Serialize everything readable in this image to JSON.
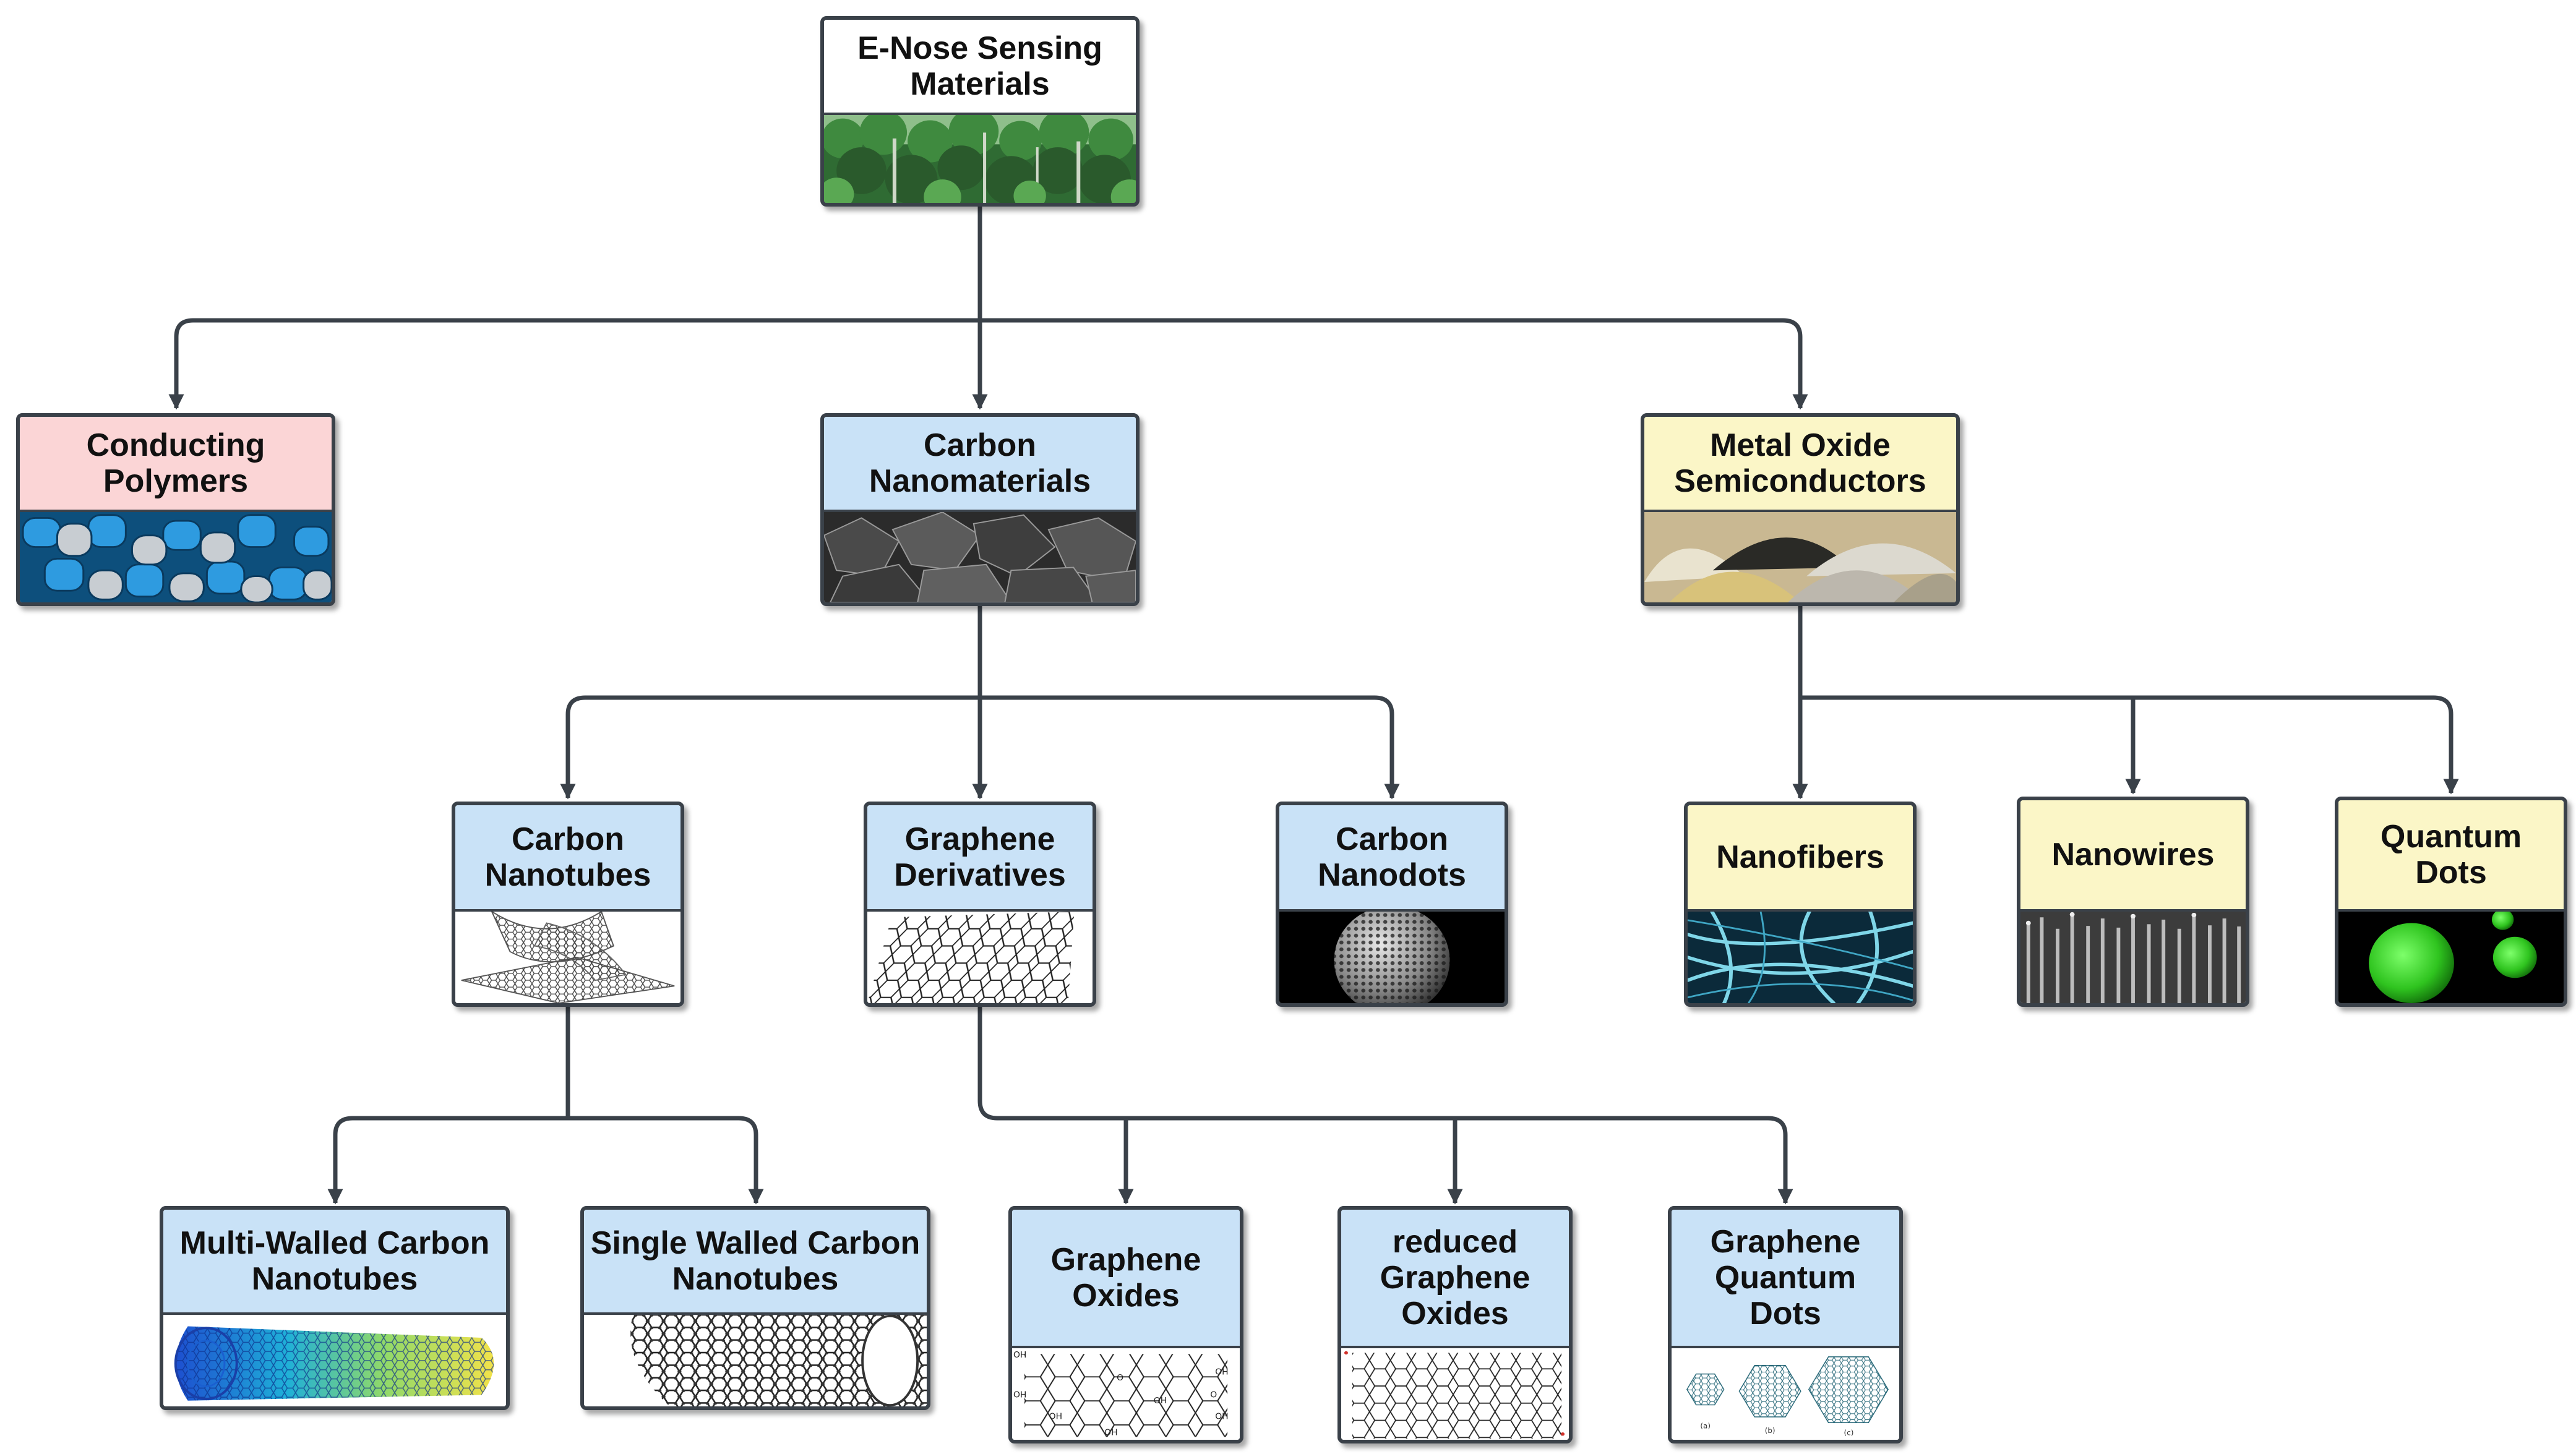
{
  "colors": {
    "root": "#ffffff",
    "conducting": "#fbd5d6",
    "carbon": "#c9e2f7",
    "metal": "#fbf6c7",
    "edge": "#3a4149"
  },
  "nodes": {
    "root": {
      "label": "E-Nose Sensing Materials",
      "image": "forest-image"
    },
    "conducting": {
      "label": "Conducting Polymers",
      "image": "polymer-pellets-image"
    },
    "carbon_nano": {
      "label": "Carbon Nanomaterials",
      "image": "coal-image"
    },
    "metal_oxide": {
      "label": "Metal Oxide Semiconductors",
      "image": "oxide-powders-image"
    },
    "cnt": {
      "label": "Carbon Nanotubes",
      "image": "nanotube-sheet-image"
    },
    "graphene_deriv": {
      "label": "Graphene Derivatives",
      "image": "hexagon-lattice-image"
    },
    "nanodots": {
      "label": "Carbon Nanodots",
      "image": "carbon-sphere-image"
    },
    "nanofibers": {
      "label": "Nanofibers",
      "image": "fiber-mesh-image"
    },
    "nanowires": {
      "label": "Nanowires",
      "image": "wire-array-image"
    },
    "qdots": {
      "label": "Quantum Dots",
      "image": "green-spheres-image"
    },
    "mwcnt": {
      "label": "Multi-Walled Carbon Nanotubes",
      "image": "multiwall-tube-image"
    },
    "swcnt": {
      "label": "Single Walled Carbon Nanotubes",
      "image": "singlewall-tube-image"
    },
    "go": {
      "label": "Graphene Oxides",
      "image": "graphene-oxide-structure-image"
    },
    "rgo": {
      "label": "reduced Graphene Oxides",
      "image": "reduced-graphene-structure-image"
    },
    "gqd": {
      "label": "Graphene Quantum Dots",
      "image": "graphene-dots-image"
    }
  },
  "image_labels": {
    "go": [
      "OH",
      "OH",
      "OH",
      "O",
      "O",
      "OH",
      "OH",
      "OH",
      "OH"
    ],
    "gqd": [
      "(a)",
      "(b)",
      "(c)"
    ]
  }
}
